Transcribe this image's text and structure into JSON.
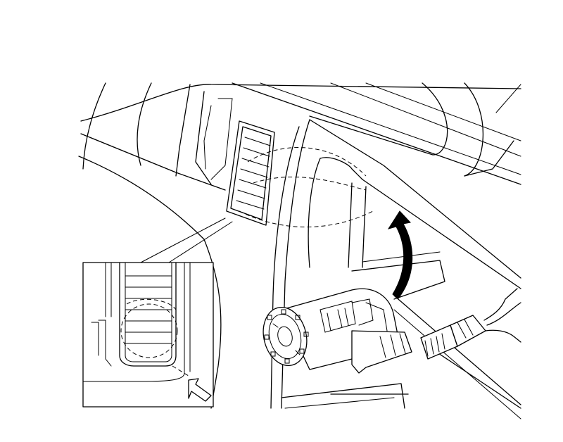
{
  "diagram": {
    "parts": [
      {
        "name": "dashboard-panel"
      },
      {
        "name": "air-vent"
      },
      {
        "name": "accessory-socket"
      },
      {
        "name": "wiring-connector"
      },
      {
        "name": "inset-detail-view"
      },
      {
        "name": "removal-direction-arrow"
      },
      {
        "name": "pointer-arrow"
      }
    ],
    "colors": {
      "line": "#000000",
      "background": "#ffffff",
      "arrow_fill": "#000000"
    },
    "icons": [
      "curved-removal-arrow-icon",
      "hollow-pointer-arrow-icon"
    ]
  }
}
